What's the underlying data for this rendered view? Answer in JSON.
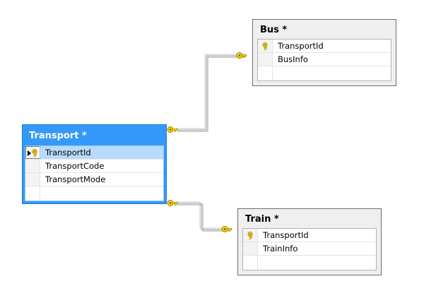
{
  "diagram": {
    "title": "database-diagram",
    "colors": {
      "selected_header": "#3399fb",
      "selected_border": "#1b7ad6",
      "unselected_panel": "#efefef",
      "unselected_border": "#6e6e6e",
      "row_highlight": "#b8dbfb",
      "grid_line": "#e4e4e4",
      "connector": "#9a9a9a",
      "key_icon": "#ffd700",
      "canvas": "#ffffff"
    },
    "modified_marker": "*"
  },
  "entities": [
    {
      "id": "bus",
      "name": "Bus",
      "modified": "*",
      "title": "Bus *",
      "selected": false,
      "fields": [
        {
          "name": "TransportId",
          "is_key": true,
          "selected": false
        },
        {
          "name": "BusInfo",
          "is_key": false,
          "selected": false
        }
      ],
      "has_empty_row": true
    },
    {
      "id": "transport",
      "name": "Transport",
      "modified": "*",
      "title": "Transport *",
      "selected": true,
      "fields": [
        {
          "name": "TransportId",
          "is_key": true,
          "selected": true
        },
        {
          "name": "TransportCode",
          "is_key": false,
          "selected": false
        },
        {
          "name": "TransportMode",
          "is_key": false,
          "selected": false
        }
      ],
      "has_empty_row": true
    },
    {
      "id": "train",
      "name": "Train",
      "modified": "*",
      "title": "Train *",
      "selected": false,
      "fields": [
        {
          "name": "TransportId",
          "is_key": true,
          "selected": false
        },
        {
          "name": "TrainInfo",
          "is_key": false,
          "selected": false
        }
      ],
      "has_empty_row": true
    }
  ],
  "relationships": [
    {
      "id": "transport-bus",
      "from_entity": "Transport",
      "to_entity": "Bus",
      "from_field": "TransportId",
      "to_field": "TransportId",
      "endpoint_icon": "key-icon"
    },
    {
      "id": "transport-train",
      "from_entity": "Transport",
      "to_entity": "Train",
      "from_field": "TransportId",
      "to_field": "TransportId",
      "endpoint_icon": "key-icon"
    }
  ]
}
